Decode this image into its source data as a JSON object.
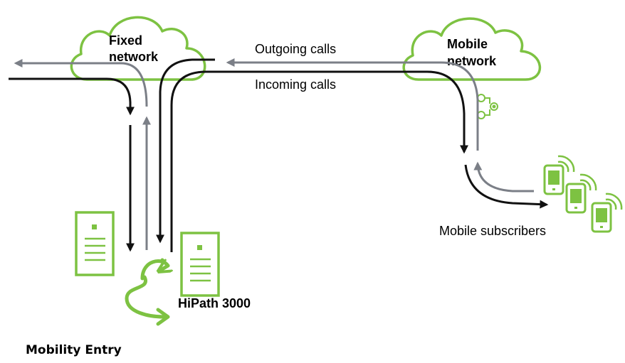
{
  "labels": {
    "fixed_network_line1": "Fixed",
    "fixed_network_line2": "network",
    "mobile_network_line1": "Mobile",
    "mobile_network_line2": "network",
    "outgoing_calls": "Outgoing calls",
    "incoming_calls": "Incoming calls",
    "mobile_subscribers": "Mobile subscribers",
    "pbx_name": "HiPath 3000",
    "caption": "Mobility Entry"
  },
  "colors": {
    "accent_green": "#7dc242",
    "incoming_line": "#111111",
    "outgoing_line": "#7b7f87"
  },
  "icons": [
    "cloud-icon",
    "server-icon",
    "mobile-phone-icon",
    "network-node-icon",
    "arrow-icon"
  ]
}
